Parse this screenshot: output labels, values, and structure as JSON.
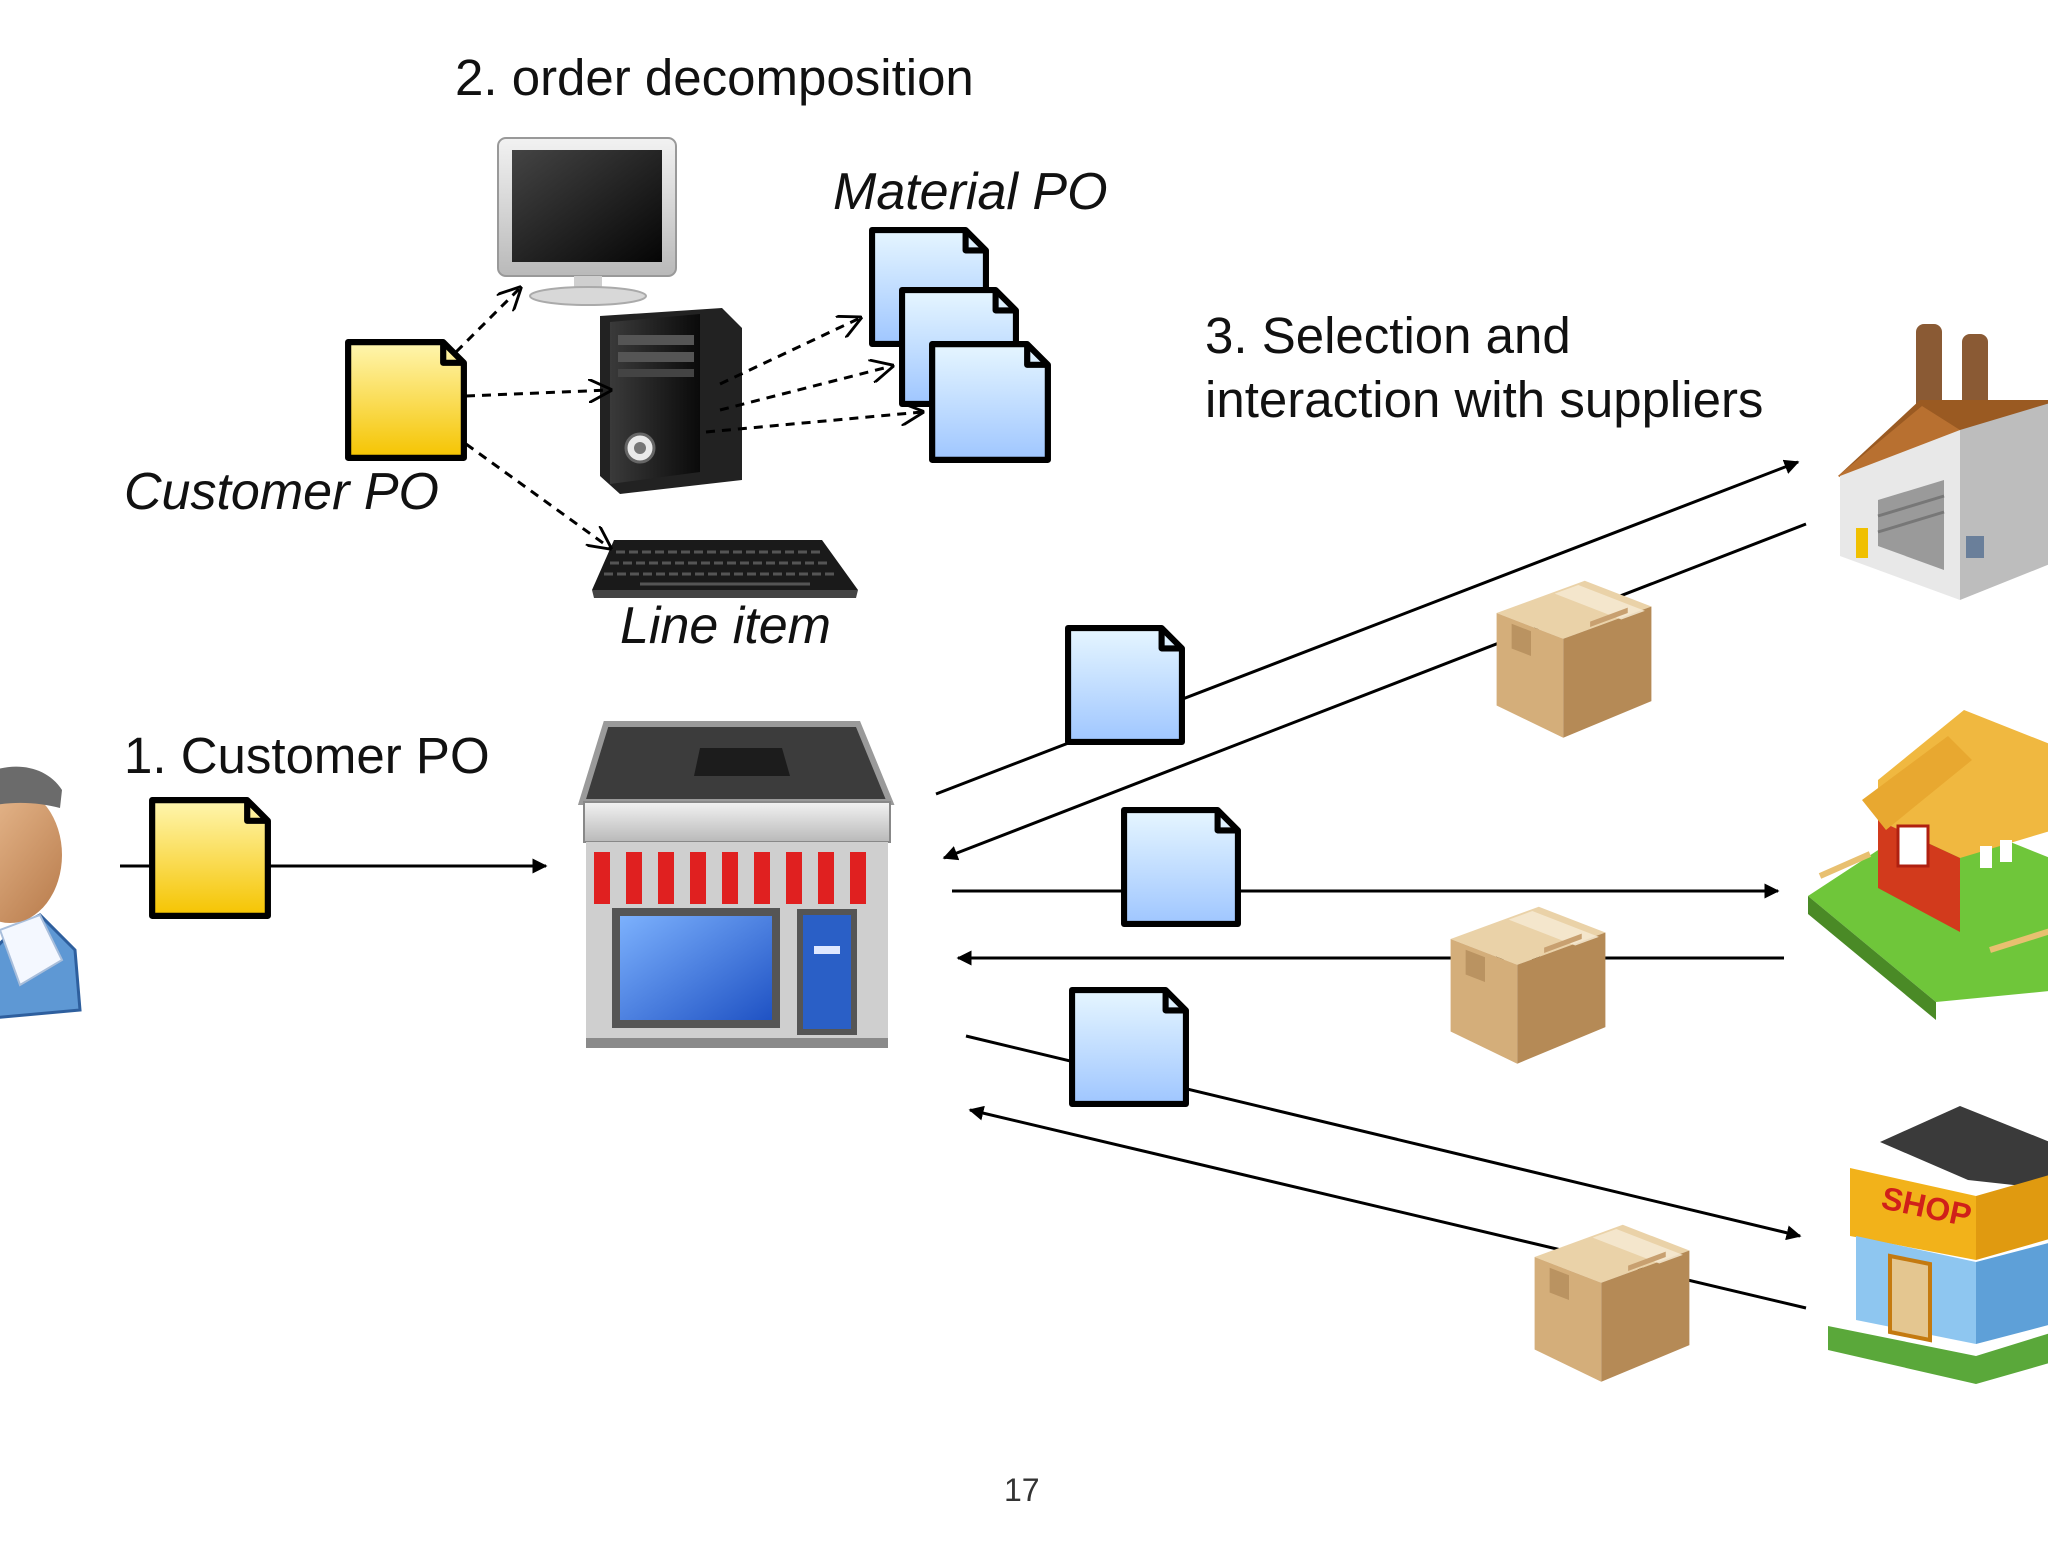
{
  "labels": {
    "step1": "1. Customer PO",
    "step2": "2. order decomposition",
    "step3_line1": "3. Selection and",
    "step3_line2": "interaction with suppliers",
    "customer_po": "Customer PO",
    "material_po": "Material PO",
    "line_item": "Line item",
    "page_number": "17",
    "shop_sign": "SHOP"
  },
  "icons": {
    "customer": "customer-avatar-icon",
    "monitor": "monitor-icon",
    "tower": "computer-tower-icon",
    "keyboard": "keyboard-icon",
    "store": "store-icon",
    "factory": "factory-icon",
    "farm": "farm-barn-icon",
    "shop": "shop-icon",
    "document": "document-icon",
    "box": "package-box-icon"
  },
  "colors": {
    "customer_doc_top": "#fff6b0",
    "customer_doc_bottom": "#f5c400",
    "material_doc_top": "#e6f6ff",
    "material_doc_bottom": "#9fc6ff",
    "awning_red": "#e02020",
    "box_brown": "#c9a374"
  }
}
